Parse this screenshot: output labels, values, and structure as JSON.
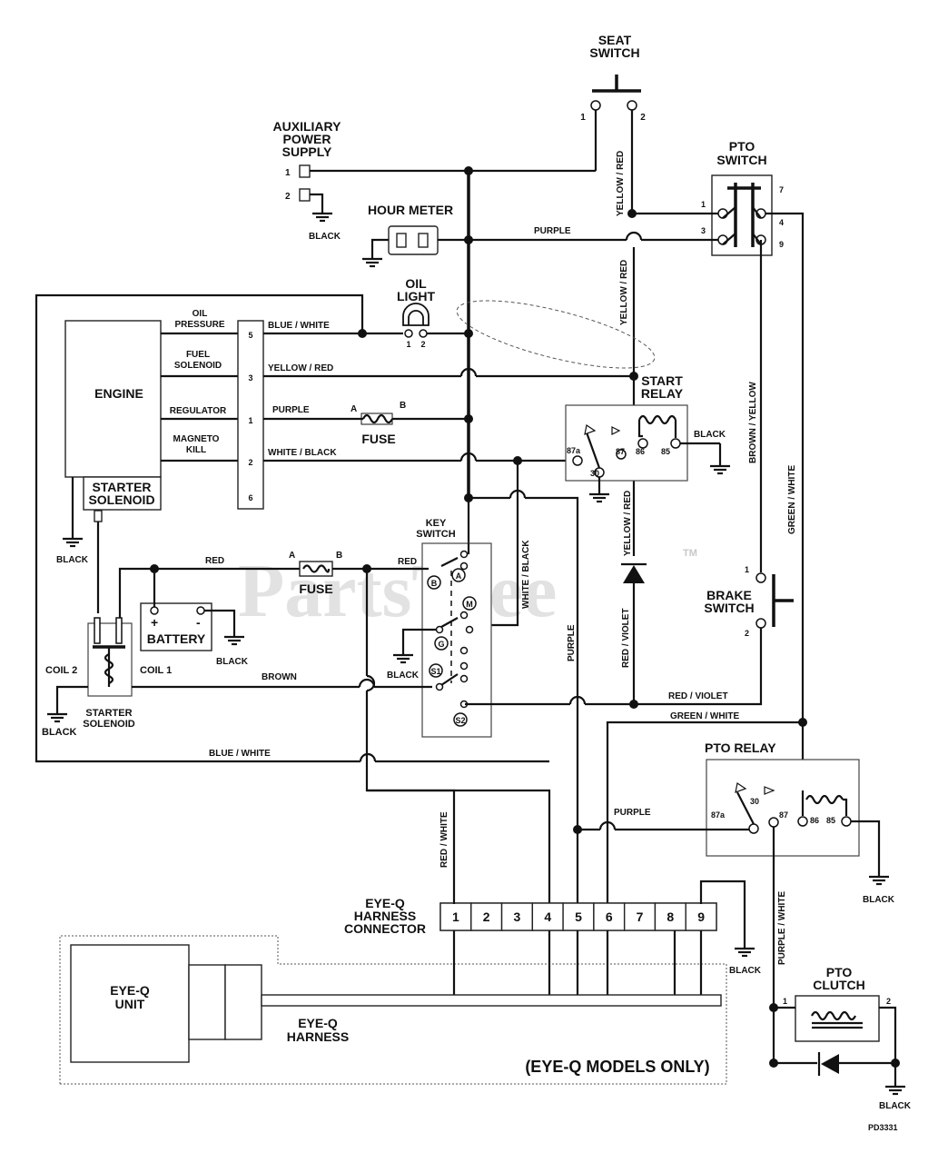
{
  "labels": {
    "seat_switch_1": "SEAT",
    "seat_switch_2": "SWITCH",
    "aux_1": "AUXILIARY",
    "aux_2": "POWER",
    "aux_3": "SUPPLY",
    "pto_switch_1": "PTO",
    "pto_switch_2": "SWITCH",
    "hour_meter": "HOUR METER",
    "oil_light_1": "OIL",
    "oil_light_2": "LIGHT",
    "engine": "ENGINE",
    "starter_solenoid_1": "STARTER",
    "starter_solenoid_2": "SOLENOID",
    "start_relay_1": "START",
    "start_relay_2": "RELAY",
    "fuse": "FUSE",
    "key_switch_1": "KEY",
    "key_switch_2": "SWITCH",
    "battery": "BATTERY",
    "brake_switch_1": "BRAKE",
    "brake_switch_2": "SWITCH",
    "coil2": "COIL 2",
    "coil1": "COIL 1",
    "pto_relay": "PTO RELAY",
    "eyeq_conn_1": "EYE-Q",
    "eyeq_conn_2": "HARNESS",
    "eyeq_conn_3": "CONNECTOR",
    "eyeq_unit_1": "EYE-Q",
    "eyeq_unit_2": "UNIT",
    "eyeq_harness_1": "EYE-Q",
    "eyeq_harness_2": "HARNESS",
    "eyeq_models": "(EYE-Q MODELS ONLY)",
    "pto_clutch_1": "PTO",
    "pto_clutch_2": "CLUTCH",
    "watermark": "PartsTree",
    "tm": "TM",
    "code": "PD3331"
  },
  "engine_signals": [
    {
      "label1": "OIL",
      "label2": "PRESSURE",
      "pin": "5",
      "wire": "BLUE / WHITE"
    },
    {
      "label1": "FUEL",
      "label2": "SOLENOID",
      "pin": "3",
      "wire": "YELLOW / RED"
    },
    {
      "label1": "REGULATOR",
      "label2": "",
      "pin": "1",
      "wire": "PURPLE"
    },
    {
      "label1": "MAGNETO",
      "label2": "KILL",
      "pin": "2",
      "wire": "WHITE / BLACK"
    }
  ],
  "engine_spare_pin": "6",
  "wires": {
    "black": "BLACK",
    "purple": "PURPLE",
    "yellow_red": "YELLOW / RED",
    "red": "RED",
    "brown": "BROWN",
    "blue_white": "BLUE / WHITE",
    "white_black": "WHITE / BLACK",
    "red_violet": "RED / VIOLET",
    "green_white": "GREEN / WHITE",
    "red_white": "RED / WHITE",
    "brown_yellow": "BROWN / YELLOW",
    "purple_white": "PURPLE / WHITE"
  },
  "pins": {
    "one": "1",
    "two": "2",
    "three": "3",
    "four": "4",
    "seven": "7",
    "nine": "9",
    "r87a": "87a",
    "r87": "87",
    "r86": "86",
    "r85": "85",
    "r30": "30",
    "a": "A",
    "b": "B",
    "plus": "+",
    "minus": "-"
  },
  "key_positions": [
    "B",
    "A",
    "M",
    "G",
    "S1",
    "S2"
  ],
  "harness_pins": [
    "1",
    "2",
    "3",
    "4",
    "5",
    "6",
    "7",
    "8",
    "9"
  ]
}
